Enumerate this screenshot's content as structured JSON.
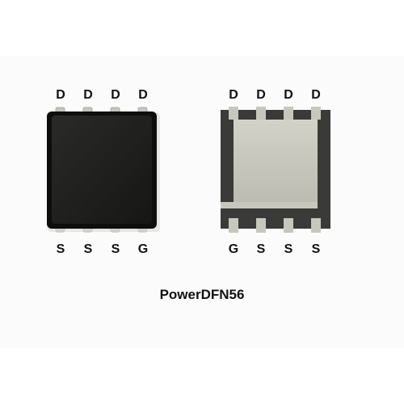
{
  "top_view": {
    "top_pins": [
      "D",
      "D",
      "D",
      "D"
    ],
    "bottom_pins": [
      "S",
      "S",
      "S",
      "G"
    ]
  },
  "bottom_view": {
    "top_pins": [
      "D",
      "D",
      "D",
      "D"
    ],
    "bottom_pins": [
      "G",
      "S",
      "S",
      "S"
    ]
  },
  "package_name": "PowerDFN56",
  "colors": {
    "body": "#1e1e1c",
    "body_edge": "#0e0e0c",
    "lead": "#c5c5be",
    "lead_edge": "#9c9c94",
    "pad": "#c7c7bd",
    "bottom_body": "#3a3a38"
  }
}
